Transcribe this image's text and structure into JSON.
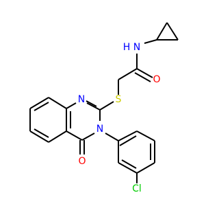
{
  "colors": {
    "background": "#ffffff",
    "bond": "#000000",
    "nitrogen": "#0000ff",
    "oxygen": "#ff0000",
    "sulfur": "#cccc00",
    "chlorine": "#00cc00"
  },
  "atoms": {
    "amide_n": "N",
    "amide_h": "H",
    "amide_o": "O",
    "thioether_s": "S",
    "ring_n1": "N",
    "ring_n3": "N",
    "ring_o": "O",
    "cl": "Cl"
  }
}
